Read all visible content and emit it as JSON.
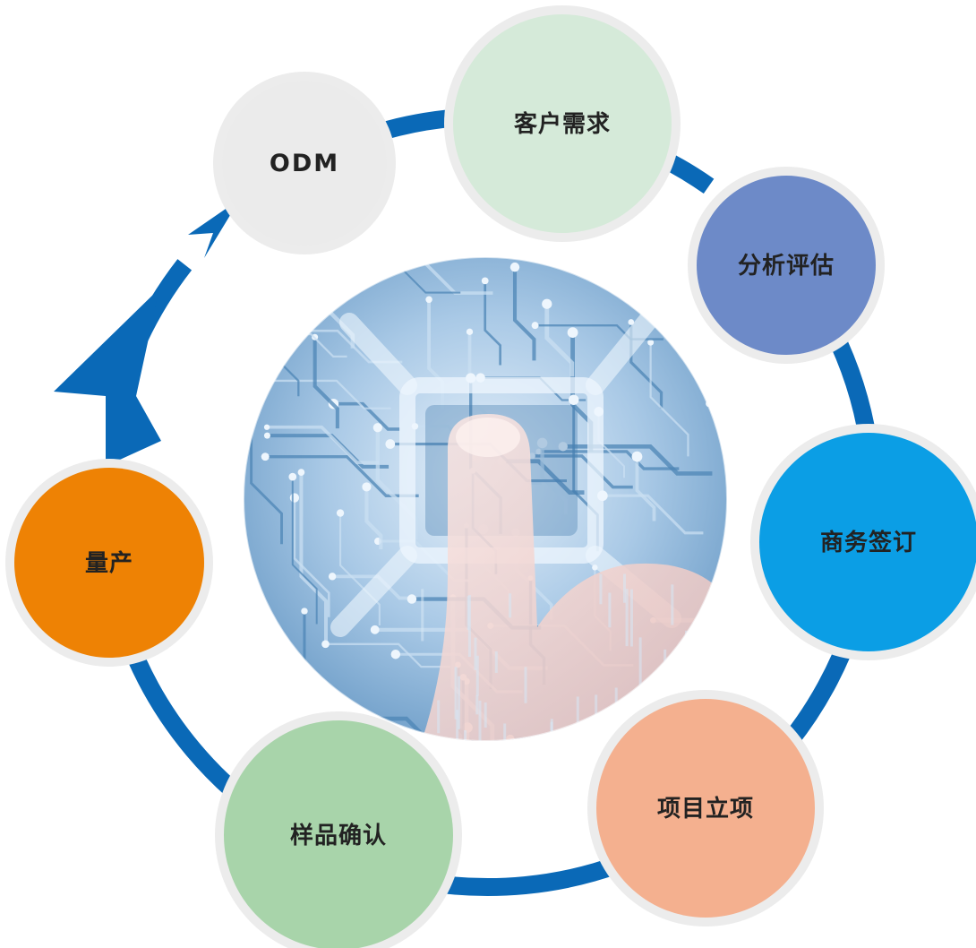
{
  "colors": {
    "ring": "#0a69b7",
    "node_border": "#ececec",
    "circuit_dark": "#4d86b6",
    "circuit_light": "#c9dff1",
    "finger": "#f0d3cf"
  },
  "cycle": {
    "direction": "clockwise",
    "nodes": [
      {
        "id": "odm",
        "label": "ODM",
        "color": "#ebebeb"
      },
      {
        "id": "customer-demand",
        "label": "客户需求",
        "color": "#d5ead9"
      },
      {
        "id": "analysis",
        "label": "分析评估",
        "color": "#6d8ac8"
      },
      {
        "id": "contract",
        "label": "商务签订",
        "color": "#0b9ee5"
      },
      {
        "id": "project",
        "label": "项目立项",
        "color": "#f4b08f"
      },
      {
        "id": "sample",
        "label": "样品确认",
        "color": "#a8d4aa"
      },
      {
        "id": "mass-production",
        "label": "量产",
        "color": "#ee8204"
      }
    ]
  },
  "center_image": {
    "icon": "finger-touching-circuit-board-icon"
  }
}
